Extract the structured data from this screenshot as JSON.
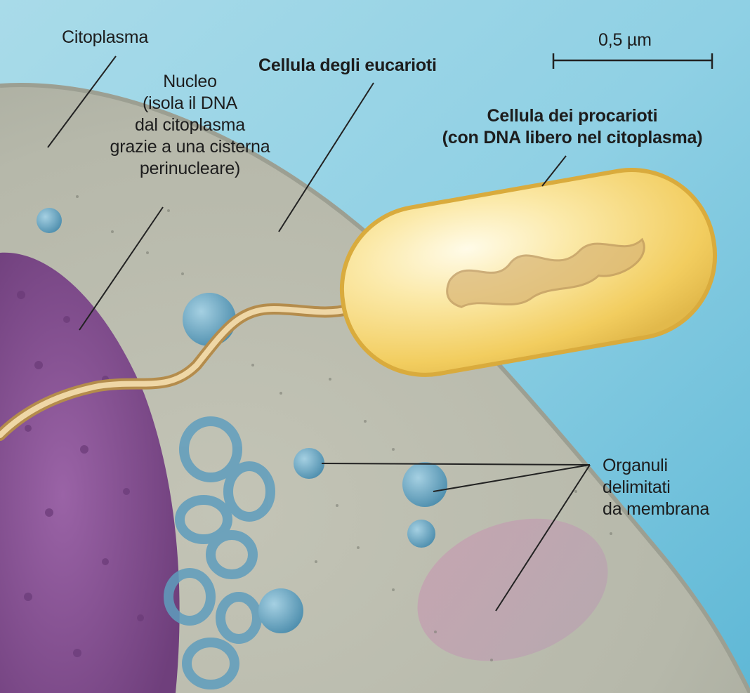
{
  "colors": {
    "background_sky": "#8fd0e4",
    "eukaryote_cytoplasm": "#bcbdae",
    "nucleus": "#8a4f95",
    "prokaryote_cell": "#f4d36a",
    "flagellum": "#d8b878",
    "organelles": "#6ea8c3",
    "leader_lines": "#222222"
  },
  "labels": {
    "citoplasma": "Citoplasma",
    "nucleo": [
      "Nucleo",
      "(isola il DNA",
      "dal citoplasma",
      "grazie a una cisterna",
      "perinucleare)"
    ],
    "cellula_eucarioti": "Cellula degli eucarioti",
    "scale_bar": "0,5 µm",
    "cellula_procarioti": [
      "Cellula dei procarioti",
      "(con DNA libero nel citoplasma)"
    ],
    "organuli": [
      "Organuli",
      "delimitati",
      "da membrana"
    ]
  }
}
